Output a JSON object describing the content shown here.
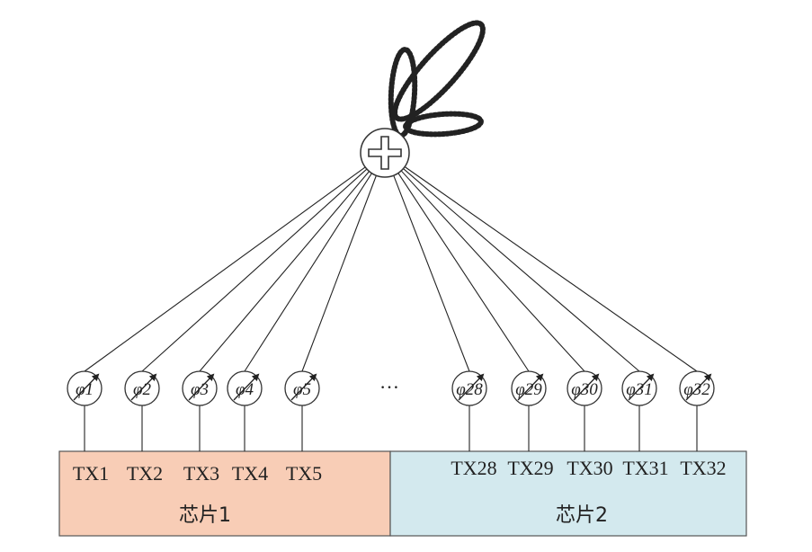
{
  "colors": {
    "chip1_fill": "#f8cdb6",
    "chip2_fill": "#d3e9ee",
    "line": "#222222",
    "beam": "#222222"
  },
  "combiner": {
    "symbol": "plus-in-circle"
  },
  "ellipsis": "…",
  "chips": [
    {
      "label": "芯片1",
      "channels": [
        {
          "phase": "φ1",
          "tx": "TX1"
        },
        {
          "phase": "φ2",
          "tx": "TX2"
        },
        {
          "phase": "φ3",
          "tx": "TX3"
        },
        {
          "phase": "φ4",
          "tx": "TX4"
        },
        {
          "phase": "φ5",
          "tx": "TX5"
        }
      ]
    },
    {
      "label": "芯片2",
      "channels": [
        {
          "phase": "φ28",
          "tx": "TX28"
        },
        {
          "phase": "φ29",
          "tx": "TX29"
        },
        {
          "phase": "φ30",
          "tx": "TX30"
        },
        {
          "phase": "φ31",
          "tx": "TX31"
        },
        {
          "phase": "φ32",
          "tx": "TX32"
        }
      ]
    }
  ]
}
